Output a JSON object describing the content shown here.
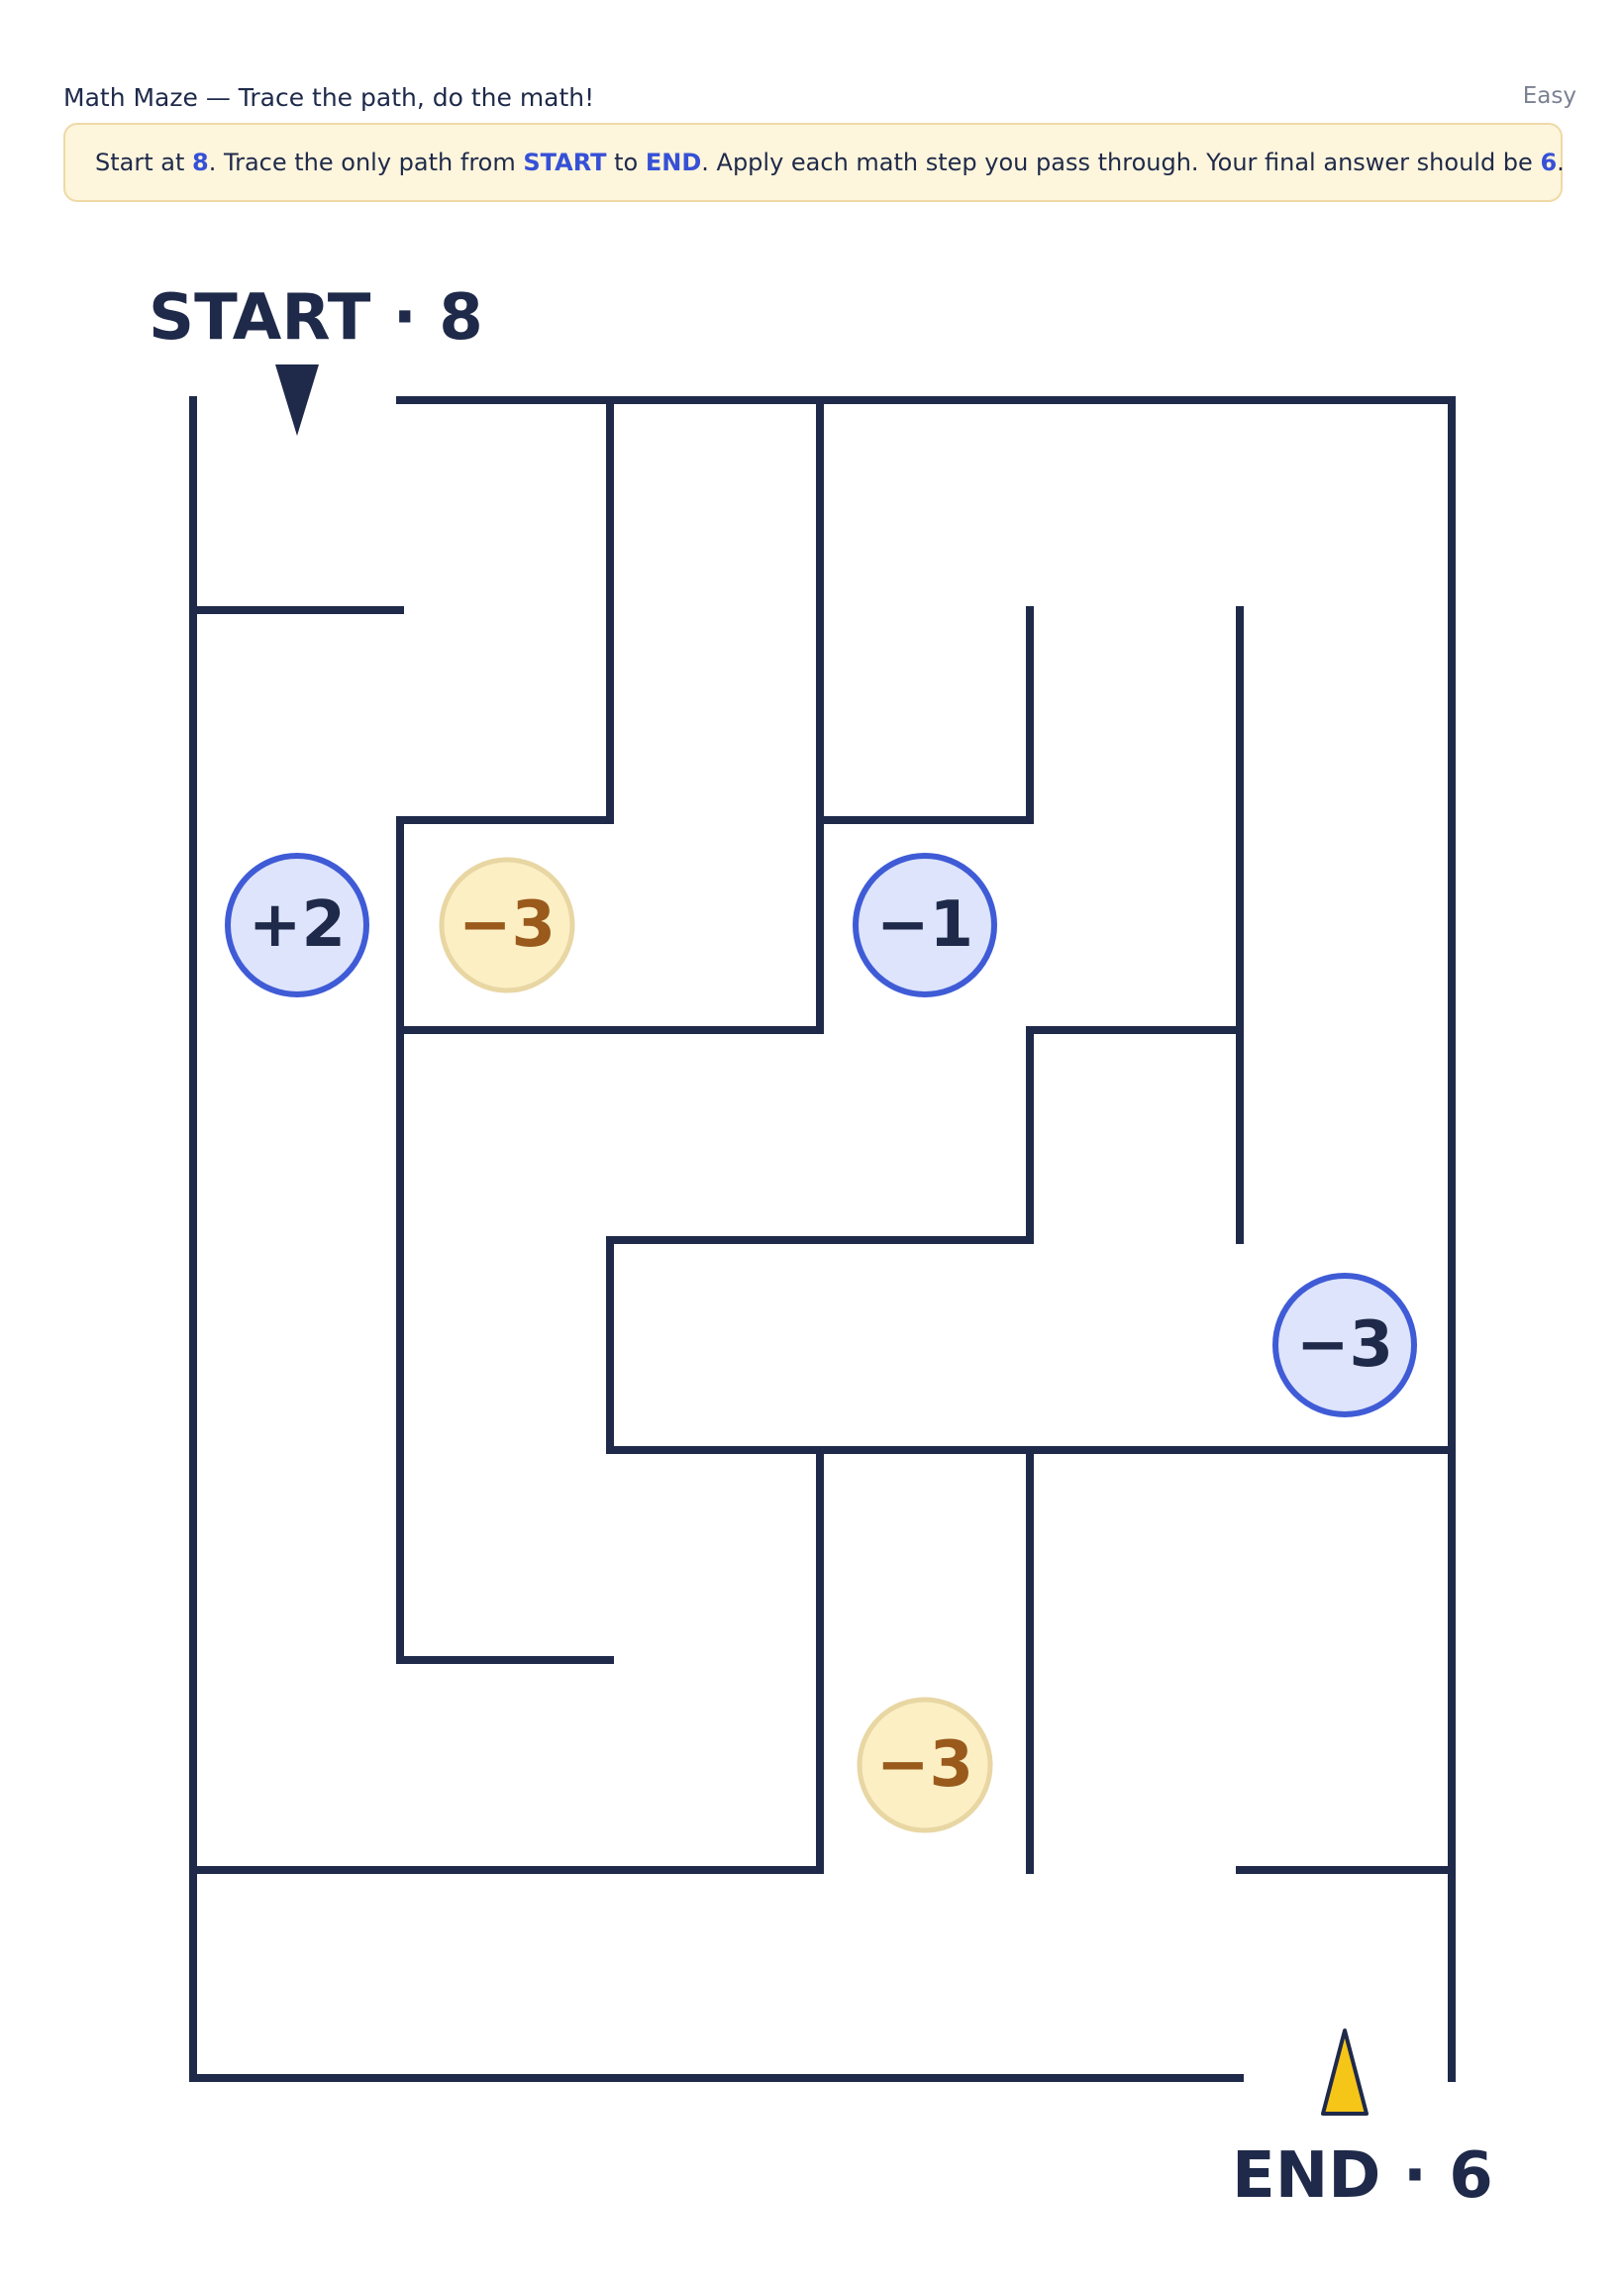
{
  "header": {
    "title": "Math Maze — Trace the path, do the math!",
    "difficulty": "Easy"
  },
  "instructions": {
    "p1": "Start at ",
    "start_value": "8",
    "p2": ". Trace the only path from ",
    "start_word": "START",
    "p3": " to ",
    "end_word": "END",
    "p4": ". Apply each math step you pass through. Your final answer should be ",
    "final_value": "6",
    "p5": "."
  },
  "maze": {
    "start_label": "START · 8",
    "end_label": "END · 6",
    "steps": [
      {
        "label": "+2",
        "style": "blue"
      },
      {
        "label": "−3",
        "style": "gold"
      },
      {
        "label": "−1",
        "style": "blue"
      },
      {
        "label": "−3",
        "style": "blue"
      },
      {
        "label": "−3",
        "style": "gold"
      }
    ]
  },
  "colors": {
    "wall": "#1f2a4a",
    "blue_fill": "#dde4fb",
    "blue_stroke": "#3f5bd6",
    "blue_text": "#1f2a4a",
    "gold_fill": "#fcefc4",
    "gold_stroke": "#e8d6a3",
    "gold_text": "#9a5a1c",
    "start_marker": "#1f2a4a",
    "end_marker": "#f5c518"
  }
}
